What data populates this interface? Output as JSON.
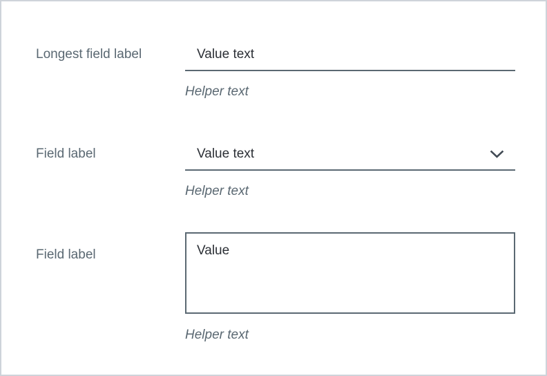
{
  "colors": {
    "background": "#ffffff",
    "page_border": "#ced3da",
    "label": "#5a6872",
    "value": "#2b2f35",
    "helper": "#5a6872",
    "field_border": "#5a6872",
    "chevron": "#414a54"
  },
  "fields": [
    {
      "type": "text-input",
      "label": "Longest field label",
      "value": "Value text",
      "helper": "Helper text"
    },
    {
      "type": "select",
      "label": "Field label",
      "value": "Value text",
      "helper": "Helper text",
      "icon": "chevron-down-icon"
    },
    {
      "type": "textarea",
      "label": "Field label",
      "value": "Value",
      "helper": "Helper text"
    }
  ]
}
